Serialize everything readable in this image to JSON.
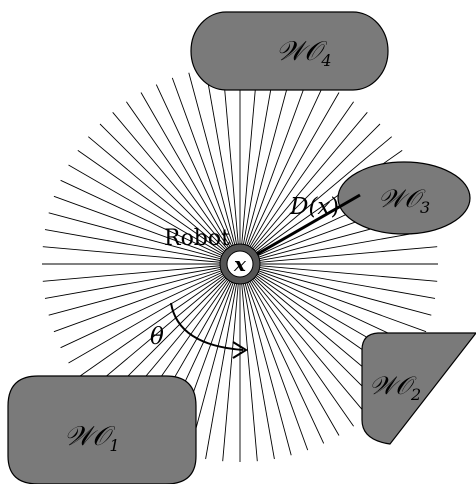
{
  "labels": {
    "robot": "Robot",
    "robot_position": "x",
    "angle": "θ",
    "distance_base": "D(",
    "distance_arg": "x",
    "distance_close": ")"
  },
  "obstacles": [
    {
      "id": "wo4",
      "base": "𝒲𝒪",
      "sub": "4"
    },
    {
      "id": "wo3",
      "base": "𝒲𝒪",
      "sub": "3"
    },
    {
      "id": "wo2",
      "base": "𝒲𝒪",
      "sub": "2"
    },
    {
      "id": "wo1",
      "base": "𝒲𝒪",
      "sub": "1"
    }
  ],
  "colors": {
    "obstacle_fill": "#7a7a7a",
    "stroke": "#000000",
    "background": "#ffffff"
  }
}
